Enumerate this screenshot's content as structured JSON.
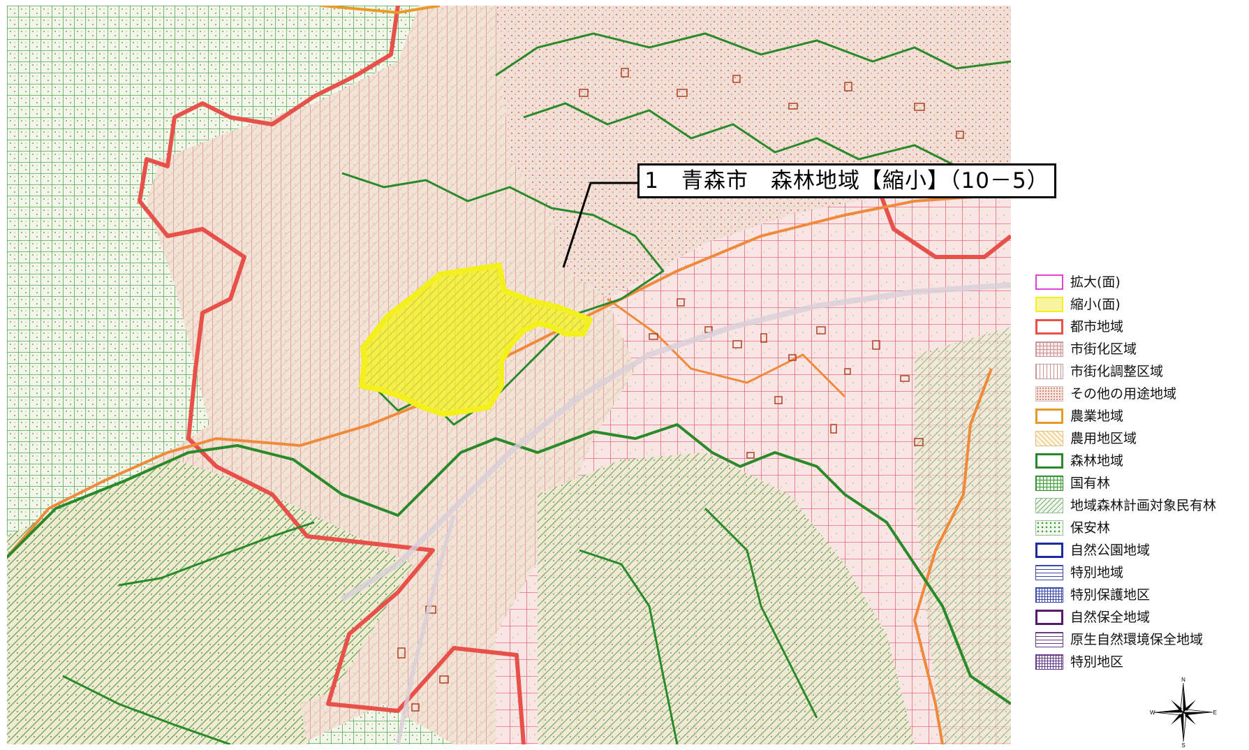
{
  "map": {
    "callout_label": "1　青森市　森林地域【縮小】（10－5）"
  },
  "legend": {
    "items": [
      {
        "label": "拡大(面)",
        "icon": "outline-magenta",
        "color": "#e040d8"
      },
      {
        "label": "縮小(面)",
        "icon": "fill-yellow",
        "color": "#f8f060"
      },
      {
        "label": "都市地域",
        "icon": "outline-red",
        "color": "#e8504a"
      },
      {
        "label": "市街化区域",
        "icon": "grid-pink",
        "color": "#e0a0a0"
      },
      {
        "label": "市街化調整区域",
        "icon": "vertical-lines-pink",
        "color": "#e0a0a0"
      },
      {
        "label": "その他の用途地域",
        "icon": "dots-pink",
        "color": "#f0c8c0"
      },
      {
        "label": "農業地域",
        "icon": "outline-orange",
        "color": "#e89a28"
      },
      {
        "label": "農用地区域",
        "icon": "diagonal-orange",
        "color": "#f0b860"
      },
      {
        "label": "森林地域",
        "icon": "outline-green",
        "color": "#2a8a2a"
      },
      {
        "label": "国有林",
        "icon": "grid-green",
        "color": "#2a8a2a"
      },
      {
        "label": "地域森林計画対象民有林",
        "icon": "diagonal-green",
        "color": "#6ab06a"
      },
      {
        "label": "保安林",
        "icon": "dots-green",
        "color": "#3a9a3a"
      },
      {
        "label": "自然公園地域",
        "icon": "outline-blue",
        "color": "#1a2aa0"
      },
      {
        "label": "特別地域",
        "icon": "horizontal-lines-blue",
        "color": "#3a4aa8"
      },
      {
        "label": "特別保護地区",
        "icon": "grid-blue",
        "color": "#3a4aa8"
      },
      {
        "label": "自然保全地域",
        "icon": "outline-purple",
        "color": "#5a1a6a"
      },
      {
        "label": "原生自然環境保全地域",
        "icon": "horizontal-lines-purple",
        "color": "#6a3a8a"
      },
      {
        "label": "特別地区",
        "icon": "grid-purple",
        "color": "#6a3a8a"
      }
    ]
  },
  "compass": {
    "icon": "compass-rose-icon",
    "north": "N",
    "south": "S",
    "east": "E",
    "west": "W"
  }
}
